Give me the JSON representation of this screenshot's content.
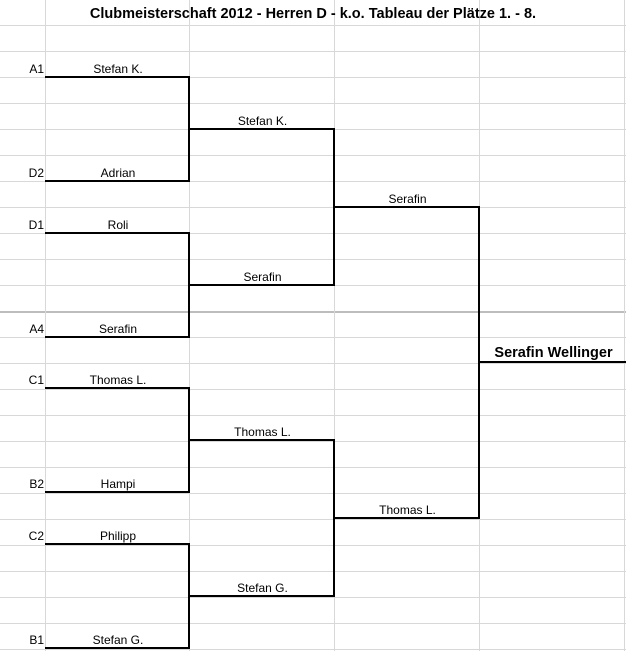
{
  "title": "Clubmeisterschaft 2012 - Herren D - k.o. Tableau der Plätze 1. - 8.",
  "round1": [
    {
      "seed": "A1",
      "name": "Stefan K."
    },
    {
      "seed": "D2",
      "name": "Adrian"
    },
    {
      "seed": "D1",
      "name": "Roli"
    },
    {
      "seed": "A4",
      "name": "Serafin"
    },
    {
      "seed": "C1",
      "name": "Thomas L."
    },
    {
      "seed": "B2",
      "name": "Hampi"
    },
    {
      "seed": "C2",
      "name": "Philipp"
    },
    {
      "seed": "B1",
      "name": "Stefan G."
    }
  ],
  "round2": [
    "Stefan K.",
    "Serafin",
    "Thomas L.",
    "Stefan G."
  ],
  "round3": [
    "Serafin",
    "Thomas L."
  ],
  "winner": "Serafin Wellinger"
}
